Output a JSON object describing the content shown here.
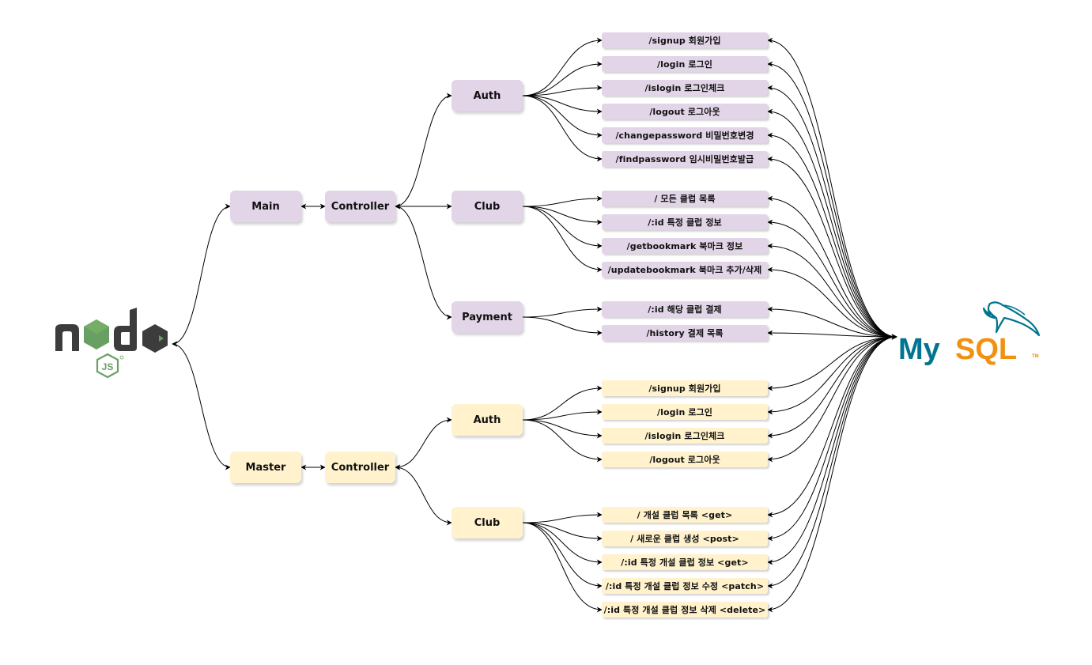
{
  "logos": {
    "node": {
      "word": "node",
      "js_badge": "JS",
      "brand_dark": "#3c3c3c",
      "brand_green": "#68a063"
    },
    "mysql": {
      "word_my": "My",
      "word_sql": "SQL",
      "trademark": "TM",
      "brand_blue": "#00758f",
      "brand_orange": "#f29111"
    }
  },
  "colors": {
    "main_fill": "#e1d5e7",
    "master_fill": "#fff2cc",
    "edge": "#000000"
  },
  "main": {
    "label": "Main",
    "controller": "Controller",
    "groups": [
      {
        "label": "Auth",
        "routes": [
          "/signup 회원가입",
          "/login 로그인",
          "/islogin 로그인체크",
          "/logout 로그아웃",
          "/changepassword 비밀번호변경",
          "/findpassword 임시비밀번호발급"
        ]
      },
      {
        "label": "Club",
        "routes": [
          "/ 모든 클럽 목록",
          "/:id 특정 클럽 정보",
          "/getbookmark 북마크 정보",
          "/updatebookmark 북마크 추가/삭제"
        ]
      },
      {
        "label": "Payment",
        "routes": [
          "/:id 해당 클럽 결제",
          "/history 결제 목록"
        ]
      }
    ]
  },
  "master": {
    "label": "Master",
    "controller": "Controller",
    "groups": [
      {
        "label": "Auth",
        "routes": [
          "/signup 회원가입",
          "/login 로그인",
          "/islogin 로그인체크",
          "/logout 로그아웃"
        ]
      },
      {
        "label": "Club",
        "routes": [
          "/ 개설 클럽 목록 <get>",
          "/ 새로운 클럽 생성 <post>",
          "/:id 특정 개설 클럽 정보 <get>",
          "/:id 특정 개설 클럽 정보 수정 <patch>",
          "/:id 특정 개설 클럽 정보 삭제 <delete>"
        ]
      }
    ]
  }
}
